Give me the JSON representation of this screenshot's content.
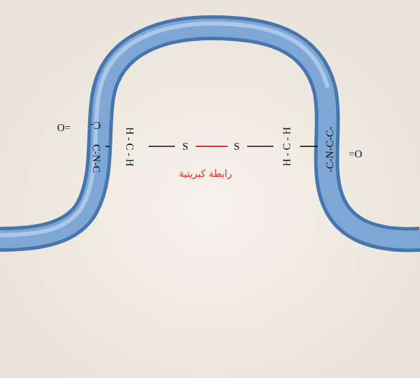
{
  "diagram": {
    "labels": [
      "O=",
      "C-",
      "C-N-C",
      "H - C - H",
      "S",
      "S",
      "H - C - H",
      "-C-N-C-C-",
      "=O",
      "رابطة كبريتية"
    ]
  }
}
